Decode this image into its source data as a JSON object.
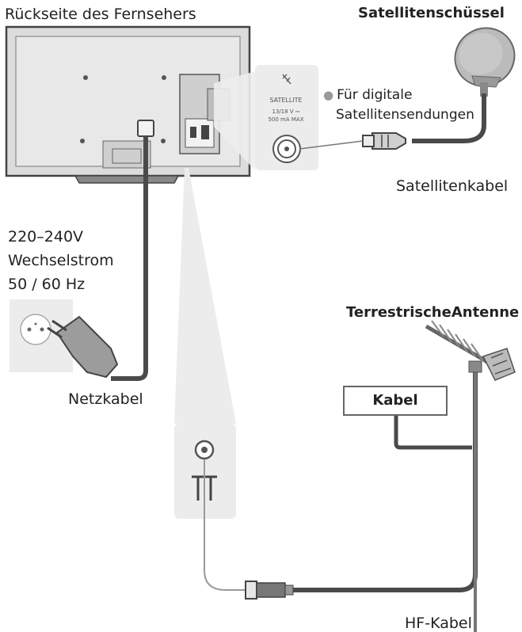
{
  "labels": {
    "tv_back": "Rückseite des Fernsehers",
    "dish": "Satellitenschüssel",
    "sat_note_line1": "Für digitale",
    "sat_note_line2": "Satellitensendungen",
    "sat_cable": "Satellitenkabel",
    "power_line1": "220–240V",
    "power_line2": "Wechselstrom",
    "power_line3": "50 / 60 Hz",
    "terrestrial_antenna": "TerrestrischeAntenne",
    "cable_box": "Kabel",
    "mains_cable": "Netzkabel",
    "rf_cable": "HF-Kabel"
  },
  "satellite_port": {
    "title": "SATELLITE",
    "voltage": "13/18 V ⎓",
    "current": "500 mA  MAX"
  },
  "colors": {
    "line": "#555555",
    "panel_fill": "#ececec",
    "tv_body": "#d9d9d9",
    "cable_dark": "#4a4a4a",
    "cable_gray": "#8a8a8a"
  }
}
